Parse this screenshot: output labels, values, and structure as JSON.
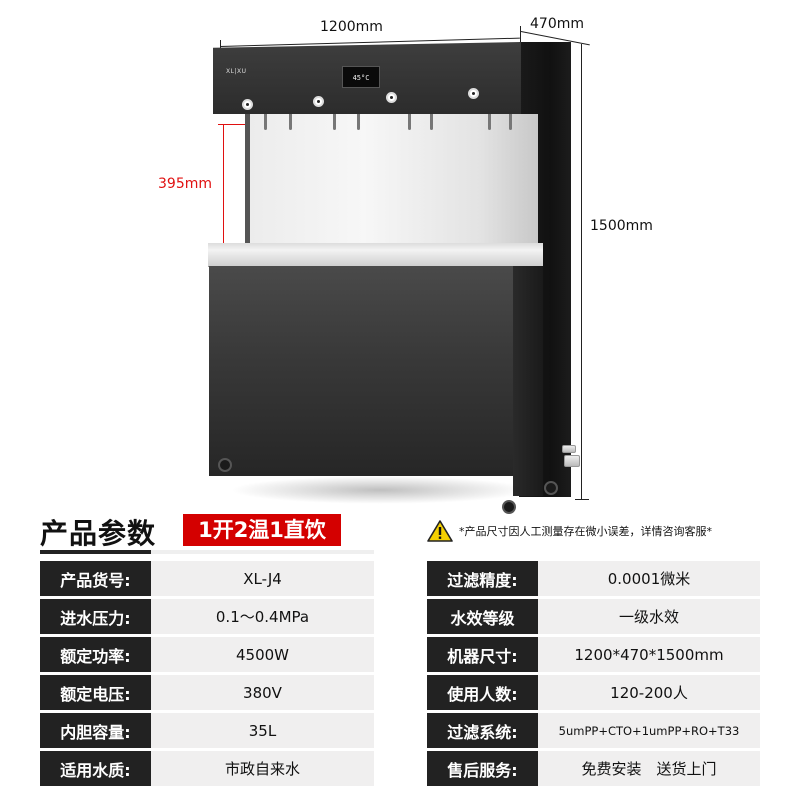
{
  "dimensions": {
    "width": "1200mm",
    "depth": "470mm",
    "height": "1500mm",
    "tap_height": "395mm"
  },
  "machine": {
    "brand": "XL|XU",
    "display_text": "45°C",
    "colors": {
      "body": "#2c2c2c",
      "panel": "#ececec",
      "accent_red": "#e01010"
    }
  },
  "section": {
    "title": "产品参数",
    "badge": "1开2温1直饮",
    "badge_color": "#d40000",
    "notice": "*产品尺寸因人工测量存在微小误差，详情咨询客服*",
    "notice_icon": "warning-triangle-icon"
  },
  "specs": {
    "left": [
      {
        "label": "产品货号:",
        "value": "XL-J4"
      },
      {
        "label": "进水压力:",
        "value": "0.1～0.4MPa"
      },
      {
        "label": "额定功率:",
        "value": "4500W"
      },
      {
        "label": "额定电压:",
        "value": "380V"
      },
      {
        "label": "内胆容量:",
        "value": "35L"
      },
      {
        "label": "适用水质:",
        "value": "市政自来水"
      }
    ],
    "right": [
      {
        "label": "过滤精度:",
        "value": "0.0001微米"
      },
      {
        "label": "水效等级",
        "value": "一级水效"
      },
      {
        "label": "机器尺寸:",
        "value": "1200*470*1500mm"
      },
      {
        "label": "使用人数:",
        "value": "120-200人"
      },
      {
        "label": "过滤系统:",
        "value": "5umPP+CTO+1umPP+RO+T33"
      },
      {
        "label": "售后服务:",
        "value": "免费安装　送货上门"
      }
    ]
  }
}
